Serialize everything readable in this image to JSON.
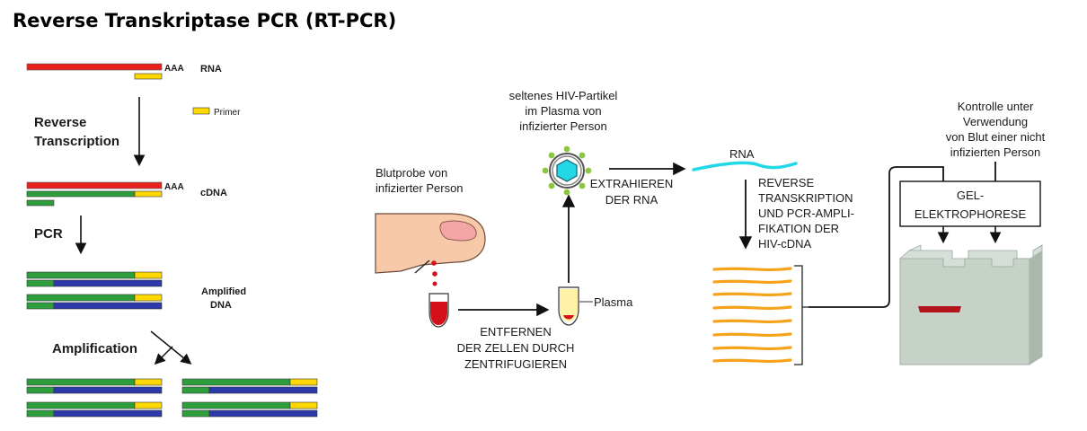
{
  "title": "Reverse Transkriptase PCR (RT-PCR)",
  "left": {
    "aaa": "AAA",
    "rna": "RNA",
    "primer": "Primer",
    "reverse_transcription": [
      "Reverse",
      "Transcription"
    ],
    "cdna": "cDNA",
    "pcr": "PCR",
    "amplified_dna": [
      "Amplified",
      "DNA"
    ],
    "amplification": "Amplification"
  },
  "right": {
    "blood_sample": [
      "Blutprobe von",
      "infizierter Person"
    ],
    "hiv_particle": [
      "seltenes HIV-Partikel",
      "im Plasma von",
      "infizierter Person"
    ],
    "extract": [
      "EXTRAHIEREN",
      "DER RNA"
    ],
    "rna": "RNA",
    "reverse_amp": [
      "REVERSE",
      "TRANSKRIPTION",
      "UND PCR-AMPLI-",
      "FIKATION DER",
      "HIV-cDNA"
    ],
    "control": [
      "Kontrolle unter",
      "Verwendung",
      "von Blut einer nicht",
      "infizierten Person"
    ],
    "gel": [
      "GEL-",
      "ELEKTROPHORESE"
    ],
    "plasma": "Plasma",
    "remove_cells": [
      "ENTFERNEN",
      "DER ZELLEN DURCH",
      "ZENTRIFUGIEREN"
    ]
  },
  "colors": {
    "rna_red": "#e8211c",
    "primer_yellow": "#ffd800",
    "dna_green": "#2e9e3c",
    "dna_blue": "#2b3aa8",
    "virus_cyan": "#22d7e6",
    "orange_dna": "#f5a31b",
    "blood": "#d4101b",
    "gel": "#c6d2c8"
  }
}
